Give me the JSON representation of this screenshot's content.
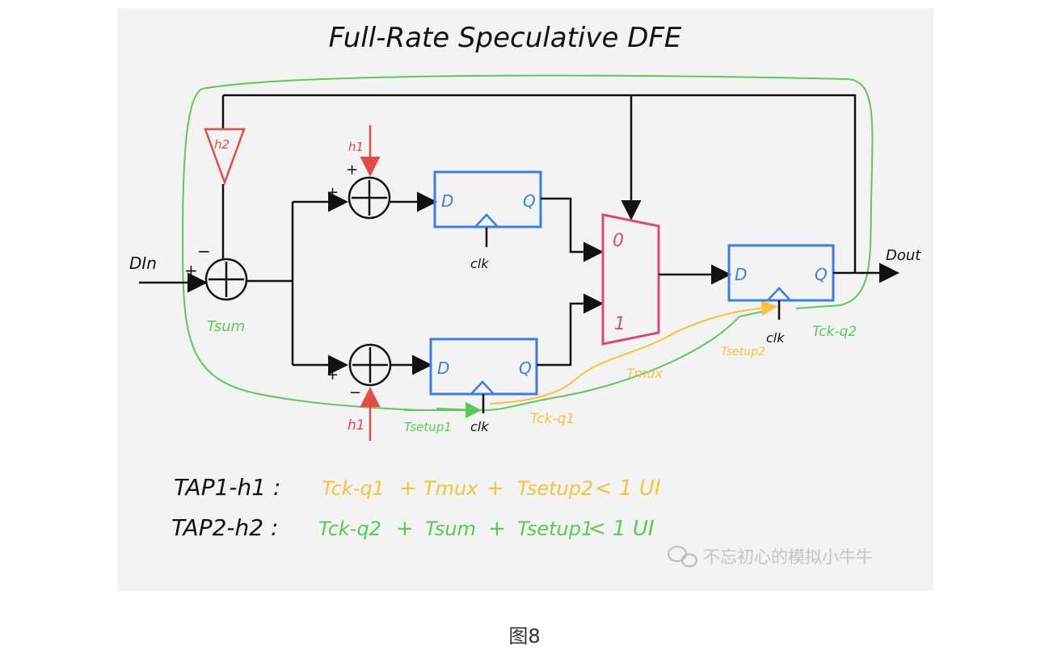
{
  "title": "Full-Rate Speculative DFE",
  "labels": {
    "din": "DIn",
    "dout": "Dout",
    "h2": "h2",
    "h1_top": "h1",
    "h1_bottom": "h1",
    "plus": "+",
    "minus": "−",
    "d": "D",
    "q": "Q",
    "mux_in0": "0",
    "mux_in1": "1",
    "clk": "clk"
  },
  "timing_labels": {
    "tsum": "Tsum",
    "tsetup1": "Tsetup1",
    "tck_q1": "Tck-q1",
    "tmux": "Tmux",
    "tsetup2": "Tsetup2",
    "tck_q2": "Tck-q2"
  },
  "equations": [
    {
      "name": "TAP1-h1 :",
      "terms": [
        "Tck-q1",
        "+",
        "Tmux",
        "+",
        "Tsetup2",
        "< 1 UI"
      ],
      "color": "#f5c242"
    },
    {
      "name": "TAP2-h2 :",
      "terms": [
        "Tck-q2",
        "+",
        "Tsum",
        "+",
        "Tsetup1",
        "< 1 UI"
      ],
      "color": "#5fc75a"
    }
  ],
  "watermark": "不忘初心的模拟小牛牛",
  "caption": "图8",
  "colors": {
    "wire": "#111111",
    "flipflop": "#3b7de0",
    "mux": "#d64a7a",
    "feedback_tap": "#e24b4b",
    "tap2_path": "#5fc75a",
    "tap1_path": "#f5c242",
    "paper": "#f3f3f3"
  }
}
